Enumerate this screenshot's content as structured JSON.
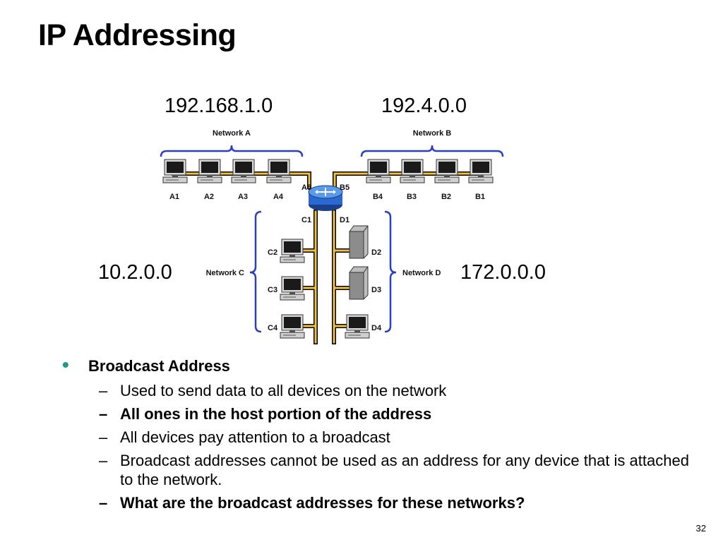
{
  "slide": {
    "title": "IP Addressing",
    "page_number": "32"
  },
  "diagram": {
    "network_addresses": {
      "a": "192.168.1.0",
      "b": "192.4.0.0",
      "c": "10.2.0.0",
      "d": "172.0.0.0"
    },
    "network_labels": {
      "a": "Network A",
      "b": "Network B",
      "c": "Network C",
      "d": "Network D"
    },
    "router_ports": {
      "a5": "A5",
      "b5": "B5",
      "c1": "C1",
      "d1": "D1"
    },
    "hosts": {
      "a": [
        "A1",
        "A2",
        "A3",
        "A4"
      ],
      "b": [
        "B4",
        "B3",
        "B2",
        "B1"
      ],
      "c": [
        "C2",
        "C3",
        "C4"
      ],
      "d": [
        "D2",
        "D3",
        "D4"
      ]
    },
    "colors": {
      "cable": "#f0c040",
      "brace": "#2840c8",
      "router": "#2a6ad0"
    }
  },
  "bullets": {
    "main": "Broadcast Address",
    "sub": [
      {
        "text": "Used to send data to all devices on the network",
        "bold": false
      },
      {
        "text": "All ones in the host portion of the address",
        "bold": true
      },
      {
        "text": "All devices pay attention to a broadcast",
        "bold": false
      },
      {
        "text": "Broadcast addresses cannot be used as an address for any device that is attached to the network.",
        "bold": false
      },
      {
        "text": "What are the broadcast addresses for these networks?",
        "bold": true
      }
    ],
    "dash": "–",
    "dot": "•"
  }
}
